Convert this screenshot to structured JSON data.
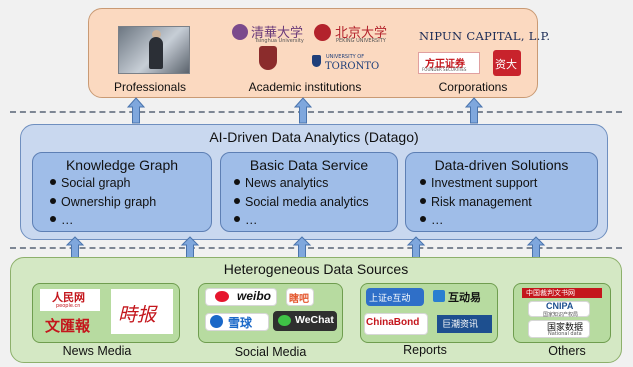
{
  "top": {
    "labels": {
      "professionals": "Professionals",
      "academic": "Academic institutions",
      "corporations": "Corporations"
    },
    "logos": {
      "tsinghua": "清華大学",
      "tsinghua_sub": "Tsinghua University",
      "pku": "北京大学",
      "pku_sub": "PEKING UNIVERSITY",
      "toronto_small": "UNIVERSITY OF",
      "toronto": "TORONTO",
      "nipun": "NIPUN CAPITAL, L.P.",
      "founder": "方正证券",
      "founder_sub": "FOUNDER SECURITIES",
      "jiangshi": "资大"
    }
  },
  "middle": {
    "title": "AI-Driven Data Analytics (Datago)",
    "boxes": [
      {
        "title": "Knowledge Graph",
        "items": [
          "Social graph",
          "Ownership graph",
          "…"
        ]
      },
      {
        "title": "Basic Data Service",
        "items": [
          "News analytics",
          "Social media analytics",
          "…"
        ]
      },
      {
        "title": "Data-driven Solutions",
        "items": [
          "Investment support",
          "Risk management",
          "…"
        ]
      }
    ]
  },
  "bottom": {
    "title": "Heterogeneous Data Sources",
    "groups": [
      {
        "label": "News Media",
        "logos": {
          "renminwang": "人民网",
          "people": "people.cn",
          "wenhuibao": "文匯報",
          "shishi": "時报"
        }
      },
      {
        "label": "Social Media",
        "logos": {
          "weibo": "weibo",
          "xiaba": "瞎吧",
          "xueqiu": "雪球",
          "wechat": "WeChat"
        }
      },
      {
        "label": "Reports",
        "logos": {
          "shangzheng": "上证e互动",
          "hudongyi": "互动易",
          "chinabond": "ChinaBond",
          "cninfo": "巨潮资讯"
        }
      },
      {
        "label": "Others",
        "logos": {
          "wenshu": "中国裁判文书网",
          "cnipa": "CNIPA",
          "cnipa_sub": "国家知识产权局",
          "guojia": "国家数据",
          "national": "National data"
        }
      }
    ]
  },
  "colors": {
    "top_fill": "#fbd9c0",
    "mid_fill": "#c9d8ef",
    "sub_fill": "#9fbde8",
    "bot_fill": "#d4e8c4",
    "grp_fill": "#b7dba0",
    "arrow_fill": "#7fa7dd"
  }
}
